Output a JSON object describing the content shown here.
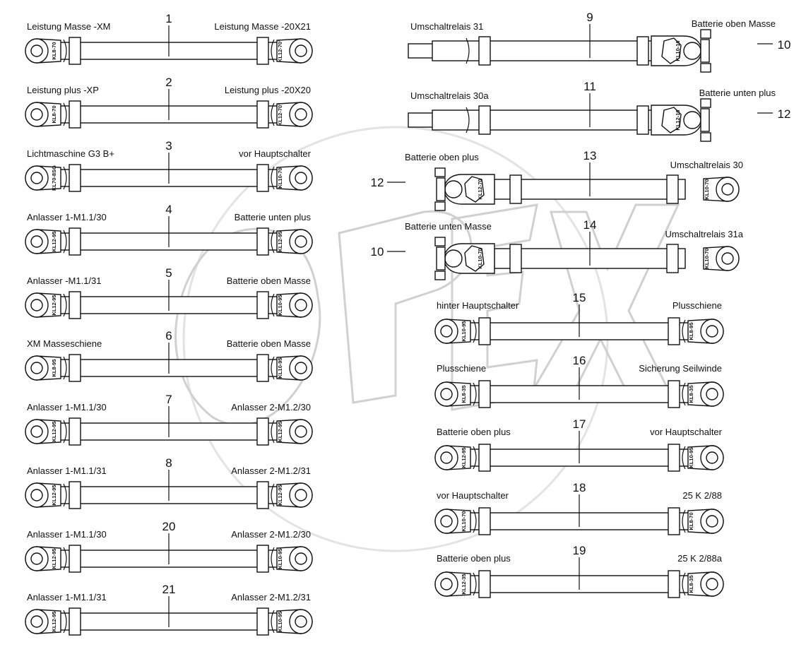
{
  "cables": [
    {
      "num": "1",
      "left": "Leistung Masse -XM",
      "right": "Leistung Masse -20X21",
      "lug_left": "KL8-70",
      "lug_right": "KL12-70°"
    },
    {
      "num": "2",
      "left": "Leistung plus -XP",
      "right": "Leistung plus -20X20",
      "lug_left": "KL8-70",
      "lug_right": "KL12-70°"
    },
    {
      "num": "3",
      "left": "Lichtmaschine G3 B+",
      "right": "vor Hauptschalter",
      "lug_left": "KL70-8SG",
      "lug_right": "KL10-70"
    },
    {
      "num": "4",
      "left": "Anlasser 1-M1.1/30",
      "right": "Batterie unten plus",
      "lug_left": "KL12-95",
      "lug_right": "KL12-95"
    },
    {
      "num": "5",
      "left": "Anlasser -M1.1/31",
      "right": "Batterie oben Masse",
      "lug_left": "KL12-95",
      "lug_right": "KL10-95"
    },
    {
      "num": "6",
      "left": "XM Masseschiene",
      "right": "Batterie oben Masse",
      "lug_left": "KL8-95",
      "lug_right": "KL10-95"
    },
    {
      "num": "7",
      "left": "Anlasser 1-M1.1/30",
      "right": "Anlasser 2-M1.2/30",
      "lug_left": "KL12-95",
      "lug_right": "KL12-95"
    },
    {
      "num": "8",
      "left": "Anlasser 1-M1.1/31",
      "right": "Anlasser 2-M1.2/31",
      "lug_left": "KL12-95",
      "lug_right": "KL12-95"
    },
    {
      "num": "20",
      "left": "Anlasser 1-M1.1/30",
      "right": "Anlasser 2-M1.2/30",
      "lug_left": "KL12-95",
      "lug_right": "KL10-95"
    },
    {
      "num": "21",
      "left": "Anlasser 1-M1.1/31",
      "right": "Anlasser 2-M1.2/31",
      "lug_left": "KL12-95",
      "lug_right": "KL10-95"
    },
    {
      "num": "9",
      "left": "Umschaltrelais 31",
      "right": "Batterie oben Masse",
      "lug_left": "",
      "lug_right": "KL10-16",
      "side": "10"
    },
    {
      "num": "11",
      "left": "Umschaltrelais 30a",
      "right": "Batterie unten plus",
      "lug_left": "",
      "lug_right": "KL12-16",
      "side": "12"
    },
    {
      "num": "13",
      "left": "Batterie oben plus",
      "right": "Umschaltrelais 30",
      "lug_left": "KL12-70",
      "lug_right": "KL10-70",
      "side": "12"
    },
    {
      "num": "14",
      "left": "Batterie unten Masse",
      "right": "Umschaltrelais 31a",
      "lug_left": "KL10-70",
      "lug_right": "KL10-70",
      "side": "10"
    },
    {
      "num": "15",
      "left": "hinter Hauptschalter",
      "right": "Plusschiene",
      "lug_left": "KL10-95",
      "lug_right": "KL8-95"
    },
    {
      "num": "16",
      "left": "Plusschiene",
      "right": "Sicherung Seilwinde",
      "lug_left": "KL8-35",
      "lug_right": "KL8-35"
    },
    {
      "num": "17",
      "left": "Batterie oben plus",
      "right": "vor Hauptschalter",
      "lug_left": "KL12-95",
      "lug_right": "KL10-95"
    },
    {
      "num": "18",
      "left": "vor Hauptschalter",
      "right": "25 K 2/88",
      "lug_left": "KL10-70",
      "lug_right": "KL8-70"
    },
    {
      "num": "19",
      "left": "Batterie oben plus",
      "right": "25 K 2/88a",
      "lug_left": "KL12-35",
      "lug_right": "KL8-35"
    }
  ],
  "watermark": {
    "text": "OPEX",
    "color": "#d0d0d0"
  },
  "colors": {
    "line": "#111111",
    "background": "#ffffff"
  }
}
